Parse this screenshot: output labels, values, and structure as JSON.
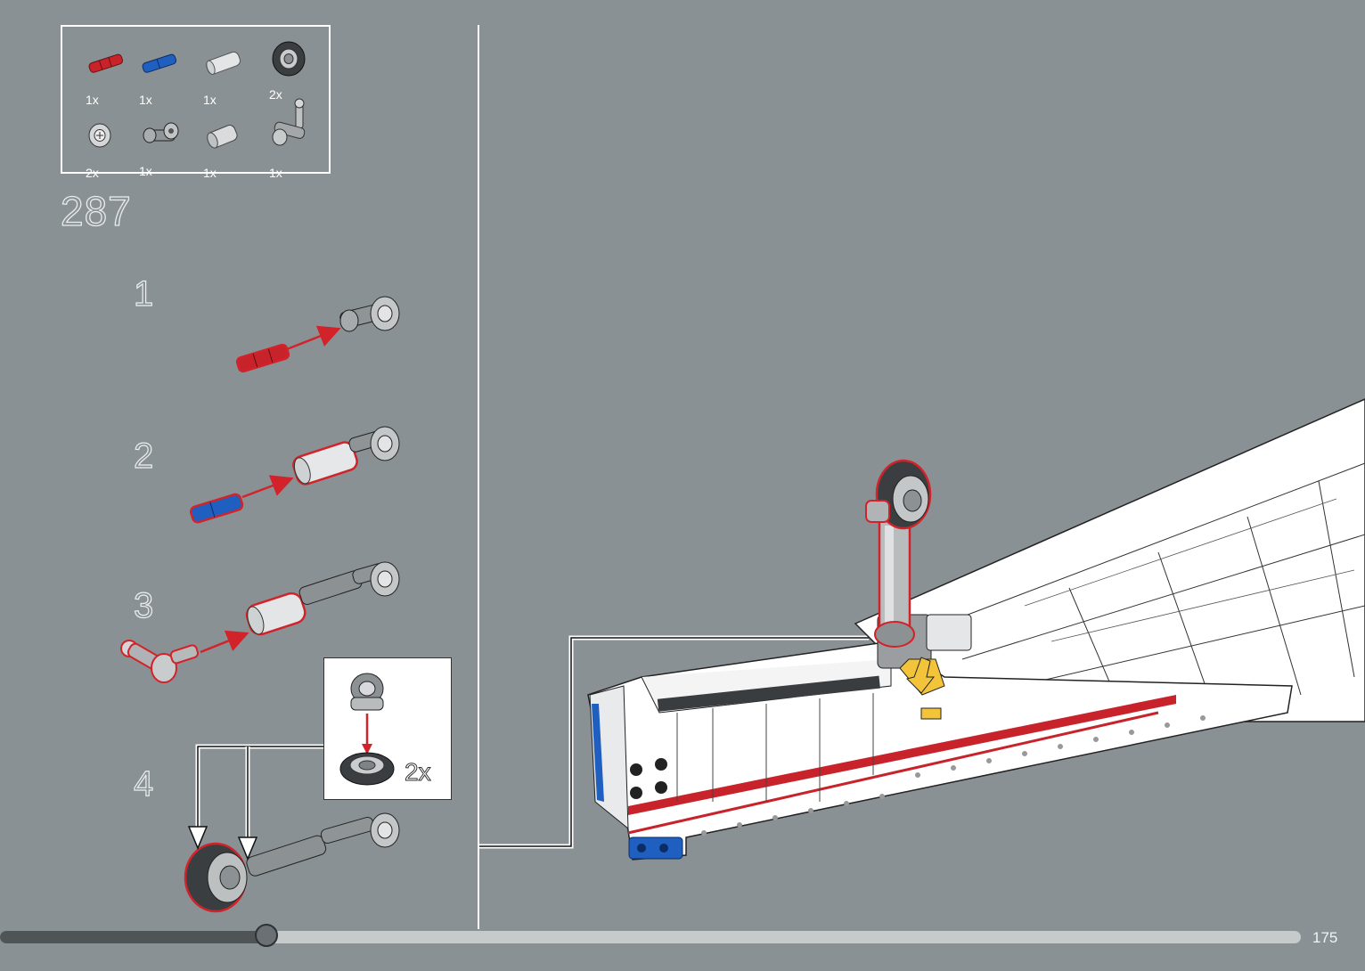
{
  "parts_list": {
    "items": [
      {
        "icon": "red-axle-pin-icon",
        "qty": "1x"
      },
      {
        "icon": "blue-axle-pin-icon",
        "qty": "1x"
      },
      {
        "icon": "gray-tube-icon",
        "qty": "1x"
      },
      {
        "icon": "tire-icon",
        "qty": "2x"
      },
      {
        "icon": "wheel-hub-icon",
        "qty": "2x"
      },
      {
        "icon": "cross-connector-icon",
        "qty": "1x"
      },
      {
        "icon": "gray-bushing-icon",
        "qty": "1x"
      },
      {
        "icon": "angled-connector-icon",
        "qty": "1x"
      }
    ]
  },
  "step": {
    "number": "287"
  },
  "substeps": [
    {
      "number": "1"
    },
    {
      "number": "2"
    },
    {
      "number": "3"
    },
    {
      "number": "4"
    }
  ],
  "callout": {
    "qty": "2x"
  },
  "progress": {
    "fraction": 0.205
  },
  "page": {
    "number": "175"
  },
  "colors": {
    "background": "#8a9194",
    "highlight": "#d2232a",
    "blue": "#1f5fbf",
    "yellow": "#f3c43a"
  }
}
